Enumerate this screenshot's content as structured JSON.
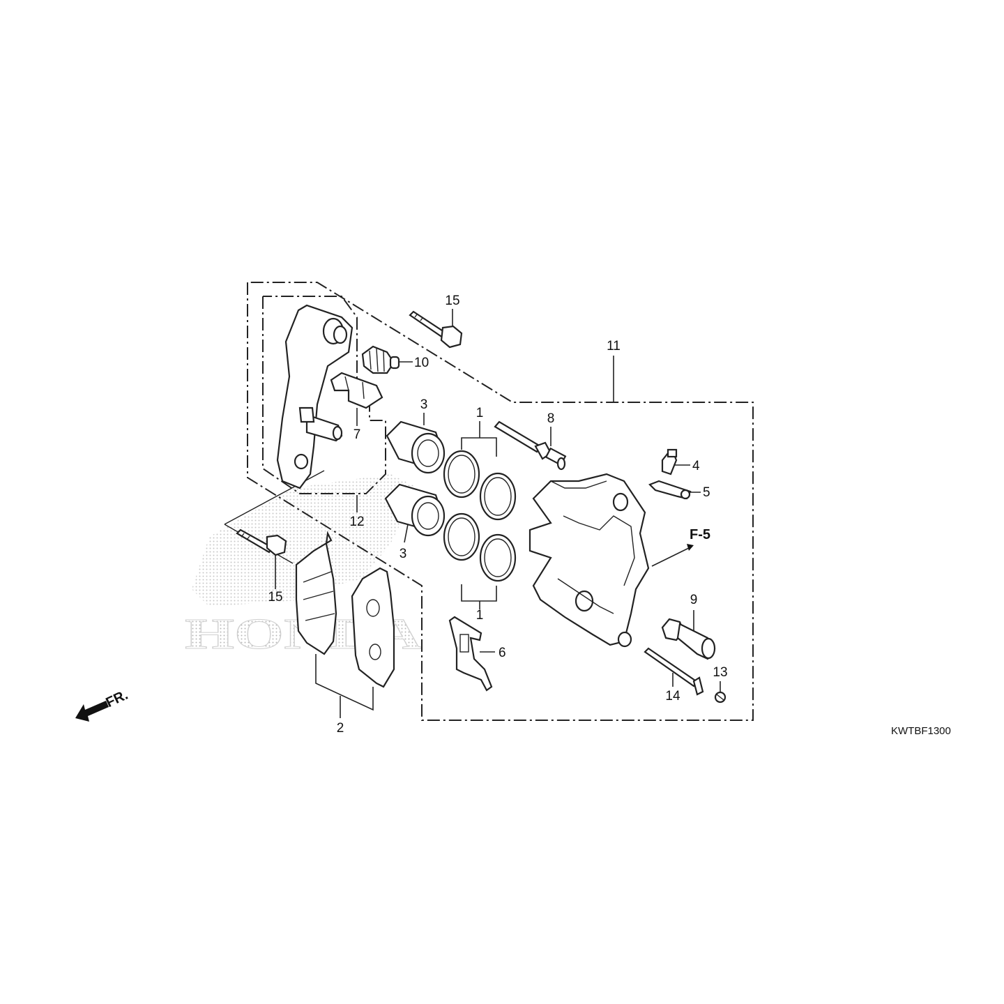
{
  "diagram_code": "KWTBF1300",
  "front_indicator": "FR.",
  "reference": "F-5",
  "watermark": "HONDA",
  "callouts": {
    "c1a": "1",
    "c1b": "1",
    "c2": "2",
    "c3a": "3",
    "c3b": "3",
    "c4": "4",
    "c5": "5",
    "c6": "6",
    "c7": "7",
    "c8": "8",
    "c9": "9",
    "c10": "10",
    "c11": "11",
    "c12": "12",
    "c13": "13",
    "c14": "14",
    "c15a": "15",
    "c15b": "15"
  }
}
